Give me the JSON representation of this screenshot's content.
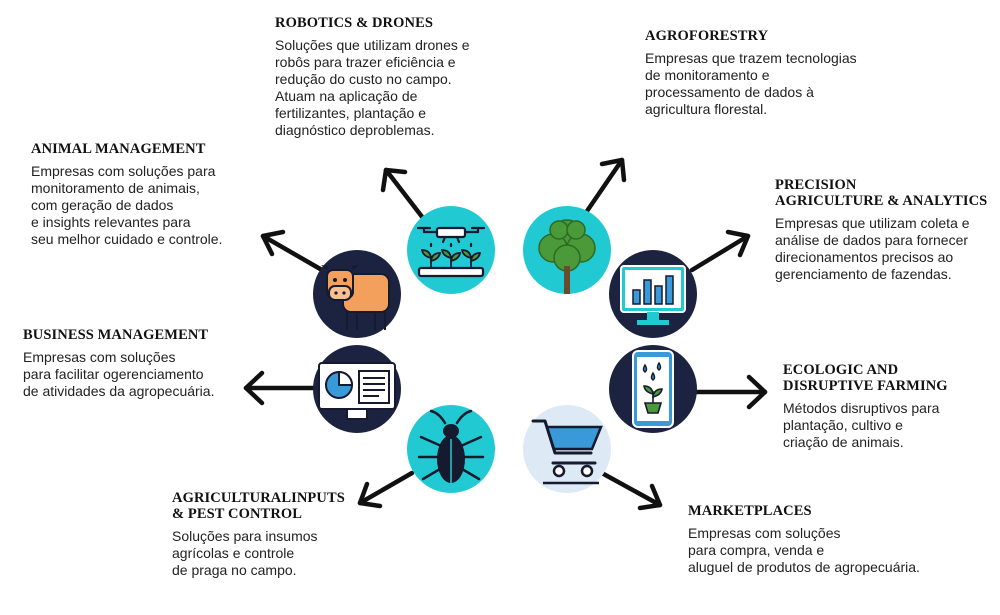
{
  "colors": {
    "circle_teal": "#21c9d3",
    "circle_navy": "#1c2340",
    "circle_light": "#dde9f5",
    "outline": "#151a2e",
    "green": "#4a9a3a",
    "orange": "#f4a05d",
    "blue": "#3a9ad9",
    "arrow": "#111111"
  },
  "sections": {
    "robotics": {
      "title": "ROBOTICS & DRONES",
      "text": "Soluções que utilizam drones e\nrobôs para trazer eficiência e\nredução do custo no campo.\nAtuam na aplicação de\nfertilizantes, plantação e\ndiagnóstico deproblemas.",
      "icon": "drone-plants-icon"
    },
    "agroforestry": {
      "title": "AGROFORESTRY",
      "text": "Empresas que trazem tecnologias\nde monitoramento e\nprocessamento de dados à\nagricultura florestal.",
      "icon": "tree-icon"
    },
    "animal": {
      "title": "ANIMAL MANAGEMENT",
      "text": "Empresas com soluções para\nmonitoramento de animais,\ncom geração de dados\ne insights relevantes para\nseu melhor cuidado e controle.",
      "icon": "cow-icon"
    },
    "precision": {
      "title": "PRECISION\nAGRICULTURE & ANALYTICS",
      "text": "Empresas que utilizam coleta e\nanálise de dados para fornecer\ndirecionamentos precisos ao\ngerenciamento de fazendas.",
      "icon": "monitor-chart-icon"
    },
    "business": {
      "title": "BUSINESS MANAGEMENT",
      "text": "Empresas com soluções\npara facilitar ogerenciamento\nde atividades da agropecuária.",
      "icon": "dashboard-icon"
    },
    "ecologic": {
      "title": "ECOLOGIC AND\nDISRUPTIVE FARMING",
      "text": "Métodos disruptivos para\nplantação, cultivo e\ncriação de animais.",
      "icon": "tablet-sprout-icon"
    },
    "inputs": {
      "title": "AGRICULTURALINPUTS\n& PEST CONTROL",
      "text": "Soluções para insumos\nagrícolas e controle\nde praga no campo.",
      "icon": "bug-icon"
    },
    "marketplaces": {
      "title": "MARKETPLACES",
      "text": "Empresas com soluções\npara compra, venda e\naluguel de produtos de agropecuária.",
      "icon": "shopping-cart-icon"
    }
  }
}
